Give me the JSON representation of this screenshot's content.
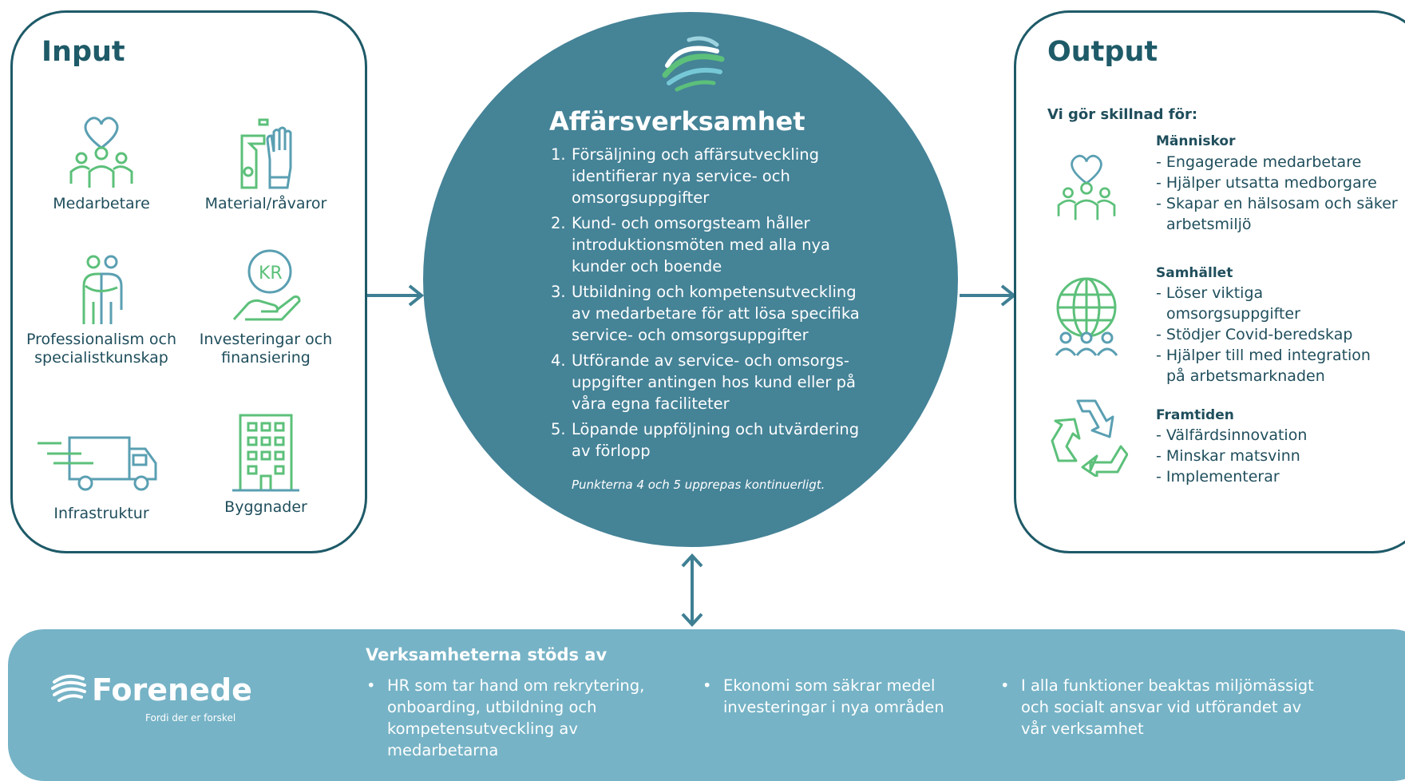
{
  "input": {
    "title": "Input",
    "items": [
      {
        "label": "Medarbetare",
        "icon": "people-heart-icon"
      },
      {
        "label": "Material/råvaror",
        "icon": "spray-glove-icon"
      },
      {
        "label": "Professionalism och specialistkunskap",
        "icon": "embrace-icon"
      },
      {
        "label": "Investeringar och finansiering",
        "icon": "hand-coin-icon"
      },
      {
        "label": "Infrastruktur",
        "icon": "truck-icon"
      },
      {
        "label": "Byggnader",
        "icon": "building-icon"
      }
    ]
  },
  "center": {
    "title": "Affärsverksamhet",
    "steps": [
      {
        "num": "1.",
        "text": "Försäljning och affärsutveckling identifierar nya service- och omsorgsuppgifter"
      },
      {
        "num": "2.",
        "text": "Kund- och omsorgsteam håller introduktionsmöten med alla nya kunder och boende"
      },
      {
        "num": "3.",
        "text": "Utbildning och kompetensutveckling av medarbetare för att lösa specifika service- och omsorgsuppgifter"
      },
      {
        "num": "4.",
        "text": "Utförande av service- och omsorgs-uppgifter antingen hos kund eller på våra egna faciliteter"
      },
      {
        "num": "5.",
        "text": "Löpande uppföljning och utvärdering av förlopp"
      }
    ],
    "note": "Punkterna 4 och 5 upprepas kontinuerligt."
  },
  "output": {
    "title": "Output",
    "subtitle": "Vi gör skillnad för:",
    "groups": [
      {
        "heading": "Människor",
        "icon": "people-heart-icon",
        "lines": [
          "- Engagerade medarbetare",
          "- Hjälper utsatta medborgare",
          "- Skapar en hälsosam och säker",
          "arbetsmiljö"
        ]
      },
      {
        "heading": "Samhället",
        "icon": "globe-people-icon",
        "lines": [
          "- Löser viktiga",
          "omsorgsuppgifter",
          "- Stödjer Covid-beredskap",
          "- Hjälper till med integration",
          "på arbetsmarknaden"
        ]
      },
      {
        "heading": "Framtiden",
        "icon": "recycle-icon",
        "lines": [
          "- Välfärdsinnovation",
          "- Minskar matsvinn",
          "- Implementerar"
        ]
      }
    ]
  },
  "support": {
    "title": "Verksamheterna stöds av",
    "bullets": [
      "HR som tar hand om rekrytering, onboarding, utbildning och kompetensutveckling av medarbetarna",
      "Ekonomi som säkrar medel investeringar i nya områden",
      "I alla funktioner beaktas miljömässigt och socialt ansvar vid utförandet av vår verksamhet"
    ]
  },
  "logo": {
    "name": "Forenede",
    "tagline": "Fordi der er forskel"
  },
  "colors": {
    "dark_teal": "#1e5a68",
    "circle": "#458397",
    "band": "#76b3c6",
    "icon_green": "#5cc07a",
    "icon_blue": "#5a9fb2"
  }
}
